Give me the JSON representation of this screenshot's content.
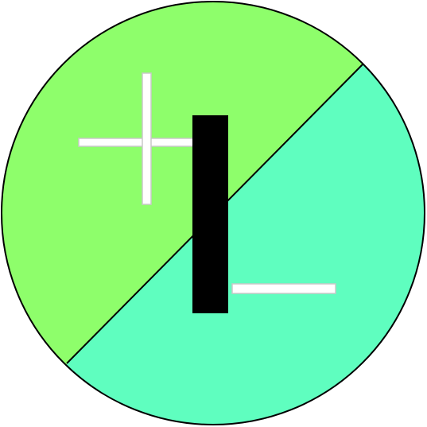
{
  "colors": {
    "background": "#ffffff",
    "upper_half": "#8efe6b",
    "lower_half": "#5ffebf",
    "outline": "#000000",
    "bar": "#000000",
    "light_marks": "#ffffff",
    "light_marks_edge": "#c8c8c8"
  },
  "shapes": {
    "circle": "circle-outline",
    "divider": "diagonal-divider-line",
    "bar": "vertical-black-bar",
    "plus": "plus-mark",
    "underscore": "horizontal-dash-mark"
  }
}
